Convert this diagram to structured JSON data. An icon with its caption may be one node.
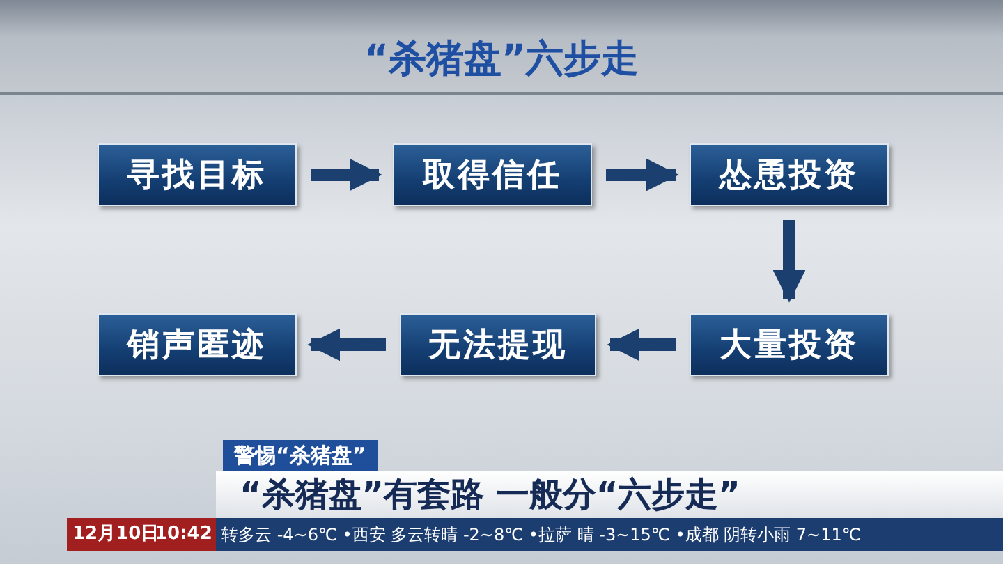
{
  "diagram": {
    "title": "“杀猪盘”六步走",
    "nodes": [
      {
        "text": [
          "寻找目标"
        ]
      },
      {
        "text": [
          "取得信任"
        ]
      },
      {
        "text": [
          "怂恿投资"
        ]
      },
      {
        "text": [
          "大量投资"
        ]
      },
      {
        "text": [
          "无法提现"
        ]
      },
      {
        "text": [
          "销声匿迹"
        ]
      }
    ],
    "edges": [
      {
        "from": 0,
        "to": 1,
        "arrow": "to"
      },
      {
        "from": 1,
        "to": 2,
        "arrow": "to"
      },
      {
        "from": 2,
        "to": 3,
        "arrow": "to"
      },
      {
        "from": 3,
        "to": 4,
        "arrow": "to"
      },
      {
        "from": 4,
        "to": 5,
        "arrow": "to"
      }
    ],
    "labels": [
      "警惕“杀猪盘”",
      "“杀猪盘”有套路 一般分“六步走”",
      "12月10日",
      "10:42",
      "转多云 -4~6℃ •西安 多云转晴 -2~8℃ •拉萨 晴 -3~15℃ •成都 阴转小雨 7~11℃"
    ]
  }
}
